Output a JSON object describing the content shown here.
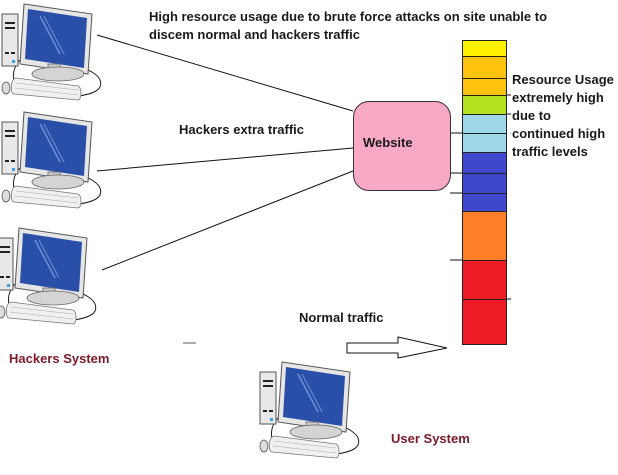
{
  "header_note": {
    "line1": "High resource usage due to brute force attacks on site unable to",
    "line2": "discem normal and hackers traffic"
  },
  "labels": {
    "hackers_extra_traffic": "Hackers extra traffic",
    "normal_traffic": "Normal traffic",
    "hackers_system": "Hackers System",
    "user_system": "User System",
    "website": "Website"
  },
  "resource_note": {
    "line1": "Resource Usage",
    "line2": "extremely high",
    "line3": "due to",
    "line4": "continued high",
    "line5": "traffic levels"
  },
  "resource_bar": {
    "segments": [
      {
        "color": "#fff200",
        "level": "yellow"
      },
      {
        "color": "#fdc30f",
        "level": "orange-yellow"
      },
      {
        "color": "#fdc30f",
        "level": "orange-yellow"
      },
      {
        "color": "#b5e01f",
        "level": "green"
      },
      {
        "color": "#9ed8e8",
        "level": "light-blue"
      },
      {
        "color": "#9ed8e8",
        "level": "light-blue"
      },
      {
        "color": "#3f48cc",
        "level": "blue"
      },
      {
        "color": "#3f48cc",
        "level": "blue"
      },
      {
        "color": "#3f48cc",
        "level": "blue"
      },
      {
        "color": "#ff7f27",
        "level": "orange"
      },
      {
        "color": "#ed1c24",
        "level": "red"
      },
      {
        "color": "#ed1c24",
        "level": "red"
      }
    ]
  },
  "colors": {
    "website_fill": "#f9a8c6",
    "system_label": "#7a1a2a",
    "monitor_screen": "#2a4fa8"
  },
  "computers": [
    {
      "role": "hacker",
      "icon": "desktop-computer-icon"
    },
    {
      "role": "hacker",
      "icon": "desktop-computer-icon"
    },
    {
      "role": "hacker",
      "icon": "desktop-computer-icon"
    },
    {
      "role": "user",
      "icon": "desktop-computer-icon"
    }
  ]
}
